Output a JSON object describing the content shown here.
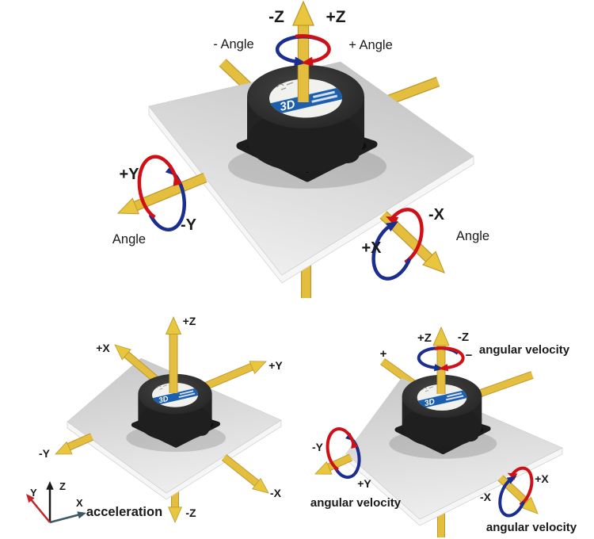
{
  "figure": {
    "description_note": "3-axis sensor orientation diagrams",
    "palette": {
      "background": "#ffffff",
      "arrow_gold": "#e4bf3f",
      "arrow_gold_dark": "#bf992f",
      "rotation_blue": "#1c2d90",
      "rotation_red": "#cf1016",
      "red_text": "#c3161c",
      "platform_gray": "#cccccc",
      "sensor_black": "#262626",
      "stripe_blue": "#1c5fae",
      "triad_y_red": "#c0262c",
      "triad_x_teal": "#3c5a64",
      "text": "#1a1a1a"
    }
  },
  "sensor": {
    "brand": "3D"
  },
  "top": {
    "z_neg": "-Z",
    "z_pos": "+Z",
    "angle_neg": "- Angle",
    "angle_pos": "+ Angle",
    "y_pos": "+Y",
    "y_neg": "-Y",
    "angle_left": "Angle",
    "x_neg": "-X",
    "x_pos": "+X",
    "angle_right": "Angle"
  },
  "accel": {
    "z_pos": "+Z",
    "x_pos": "+X",
    "y_pos": "+Y",
    "y_neg": "-Y",
    "x_neg": "-X",
    "z_neg": "-Z",
    "caption": "acceleration",
    "triad": {
      "x": "X",
      "y": "Y",
      "z": "Z"
    }
  },
  "gyro": {
    "z_pos": "+Z",
    "z_neg": "-Z",
    "rot_pos": "+",
    "rot_neg": "−",
    "caption_top": "angular velocity",
    "y_neg": "-Y",
    "y_pos": "+Y",
    "caption_left": "angular velocity",
    "x_pos": "+X",
    "x_neg": "-X",
    "caption_bottom": "angular velocity"
  }
}
